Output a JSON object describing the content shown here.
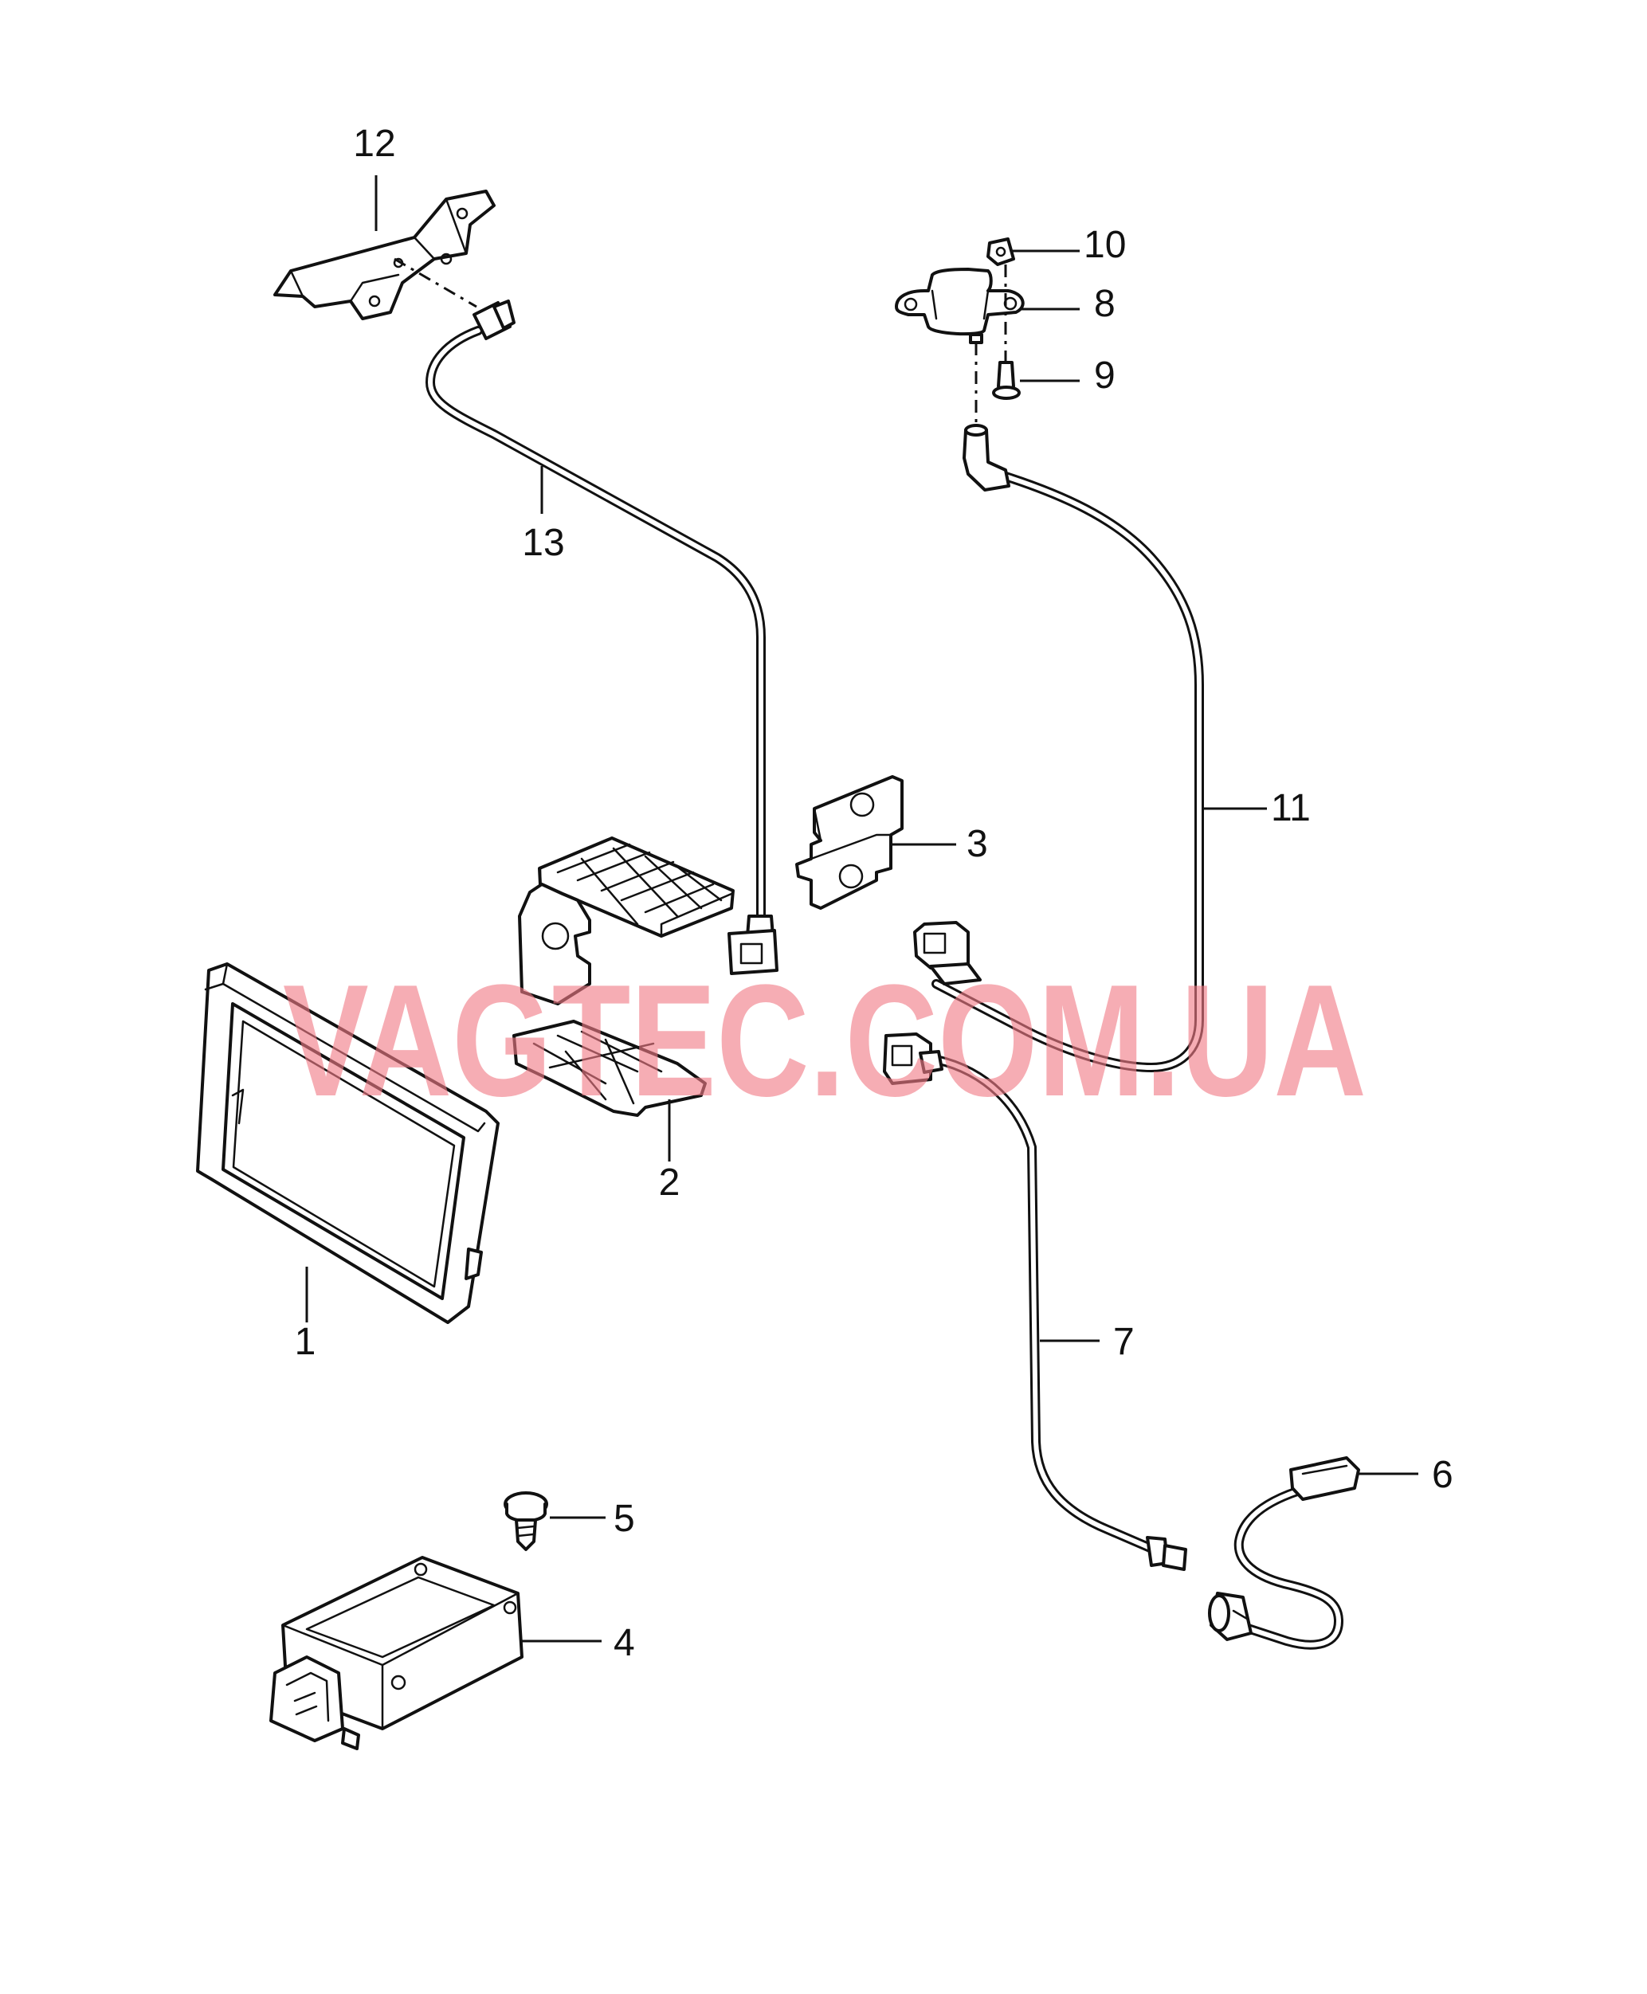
{
  "watermark": "VAGTEC.COM.UA",
  "callouts": {
    "p1": "1",
    "p2": "2",
    "p3": "3",
    "p4": "4",
    "p5": "5",
    "p6": "6",
    "p7": "7",
    "p8": "8",
    "p9": "9",
    "p10": "10",
    "p11": "11",
    "p12": "12",
    "p13": "13"
  },
  "colors": {
    "line": "#111111",
    "watermark": "#f07a86",
    "background": "#ffffff"
  }
}
